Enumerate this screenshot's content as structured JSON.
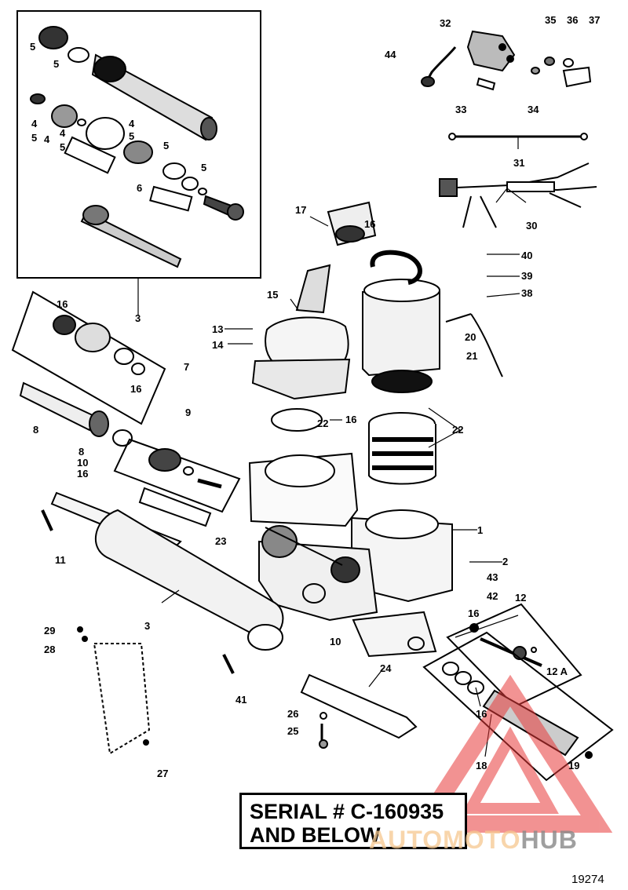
{
  "diagram": {
    "callouts": [
      "1",
      "2",
      "3",
      "3",
      "4",
      "4",
      "4",
      "4",
      "5",
      "5",
      "5",
      "5",
      "5",
      "5",
      "5",
      "6",
      "7",
      "8",
      "8",
      "9",
      "10",
      "10",
      "11",
      "12",
      "12 A",
      "13",
      "14",
      "15",
      "16",
      "16",
      "16",
      "16",
      "16",
      "16",
      "16",
      "17",
      "18",
      "19",
      "20",
      "21",
      "22",
      "22",
      "23",
      "24",
      "25",
      "26",
      "27",
      "28",
      "29",
      "30",
      "31",
      "32",
      "33",
      "34",
      "35",
      "36",
      "37",
      "38",
      "39",
      "40",
      "41",
      "42",
      "43",
      "44"
    ],
    "serial_line1": "SERIAL # C-160935",
    "serial_line2": "AND BELOW",
    "figure_number": "19274"
  },
  "watermark": {
    "part1": "AUTO",
    "part2": "MOTO",
    "part3": "HUB",
    "color": "#e83a3a"
  }
}
